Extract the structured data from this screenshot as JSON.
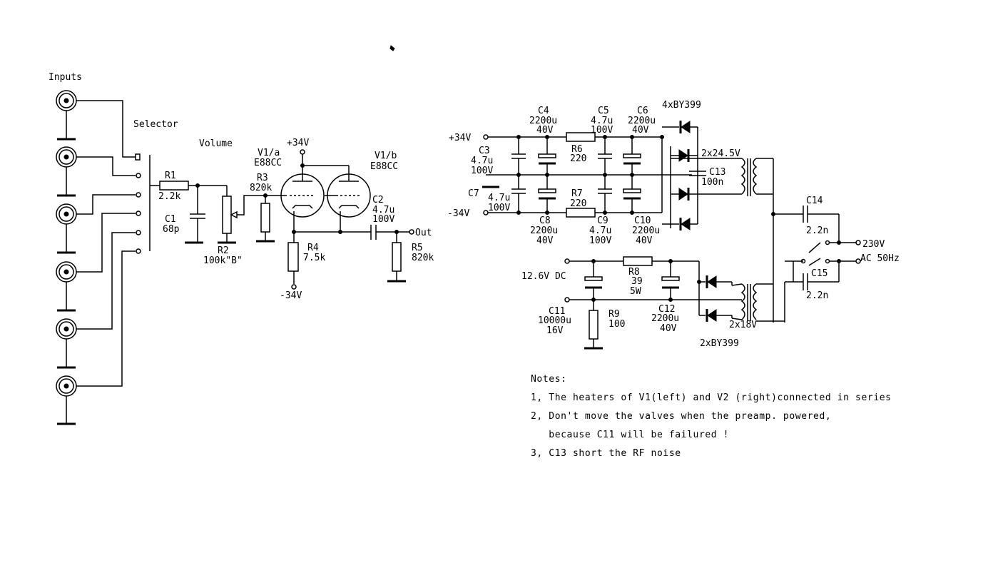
{
  "labels": {
    "inputs": "Inputs",
    "selector": "Selector",
    "volume": "Volume",
    "r1": "R1",
    "r1_val": "2.2k",
    "c1": "C1",
    "c1_val": "68p",
    "r2": "R2",
    "r2_val": "100k\"B\"",
    "r3": "R3",
    "r3_val": "820k",
    "v1a": "V1/a",
    "v1a_type": "E88CC",
    "v1b": "V1/b",
    "v1b_type": "E88CC",
    "plus34_top": "+34V",
    "minus34_bottom": "-34V",
    "r4": "R4",
    "r4_val": "7.5k",
    "c2": "C2",
    "c2_val": "4.7u",
    "c2_volt": "100V",
    "out": "Out",
    "r5": "R5",
    "r5_val": "820k",
    "plus34_ps": "+34V",
    "minus34_ps": "-34V",
    "c3": "C3",
    "c3_val": "4.7u",
    "c3_volt": "100V",
    "c4": "C4",
    "c4_val": "2200u",
    "c4_volt": "40V",
    "c5": "C5",
    "c5_val": "4.7u",
    "c5_volt": "100V",
    "c6": "C6",
    "c6_val": "2200u",
    "c6_volt": "40V",
    "r6": "R6",
    "r6_val": "220",
    "c7": "C7",
    "c7_val": "4.7u",
    "c7_volt": "100V",
    "r7": "R7",
    "r7_val": "220",
    "c8": "C8",
    "c8_val": "2200u",
    "c8_volt": "40V",
    "c9": "C9",
    "c9_val": "4.7u",
    "c9_volt": "100V",
    "c10": "C10",
    "c10_val": "2200u",
    "c10_volt": "40V",
    "diodes_top": "4xBY399",
    "trafo_top": "2x24.5V",
    "c13": "C13",
    "c13_val": "100n",
    "c14": "C14",
    "c14_val": "2.2n",
    "c15": "C15",
    "c15_val": "2.2n",
    "mains": "230V",
    "mains_freq": "AC 50Hz",
    "dc": "12.6V DC",
    "r8": "R8",
    "r8_val": "39",
    "r8_watt": "5W",
    "c11": "C11",
    "c11_val": "10000u",
    "c11_volt": "16V",
    "r9": "R9",
    "r9_val": "100",
    "c12": "C12",
    "c12_val": "2200u",
    "c12_volt": "40V",
    "trafo_bottom": "2x18V",
    "diodes_bottom": "2xBY399"
  },
  "notes": {
    "title": "Notes:",
    "n1": "1, The heaters of V1(left) and V2 (right)connected in series",
    "n2": "2, Don't move the valves when the preamp. powered,",
    "n2b": "   because C11 will be failured !",
    "n3": "3, C13 short the RF noise"
  }
}
